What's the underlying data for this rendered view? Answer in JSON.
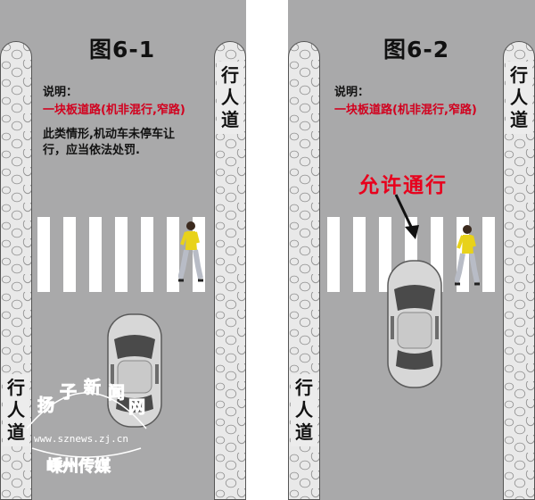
{
  "figure1": {
    "title": "图6-1",
    "note_label": "说明：",
    "road_type": "一块板道路(机非混行,窄路)",
    "explanation": "此类情形,机动车未停车让行，应当依法处罚.",
    "sidewalk_right": [
      "行",
      "人",
      "道"
    ],
    "sidewalk_left": [
      "行",
      "人",
      "道"
    ]
  },
  "figure2": {
    "title": "图6-2",
    "note_label": "说明：",
    "road_type": "一块板道路(机非混行,窄路)",
    "allow_label": "允许通行",
    "sidewalk_right": [
      "行",
      "人",
      "道"
    ],
    "sidewalk_left": [
      "行",
      "人",
      "道"
    ]
  },
  "watermark": {
    "top_chars": [
      "扬",
      "子",
      "新",
      "闻",
      "网"
    ],
    "url": "www.sznews.zj.cn",
    "bottom_text": "嵊州传媒"
  },
  "colors": {
    "road": "#a9a9aa",
    "highlight_red": "#d2001e",
    "stripe": "#ffffff"
  }
}
